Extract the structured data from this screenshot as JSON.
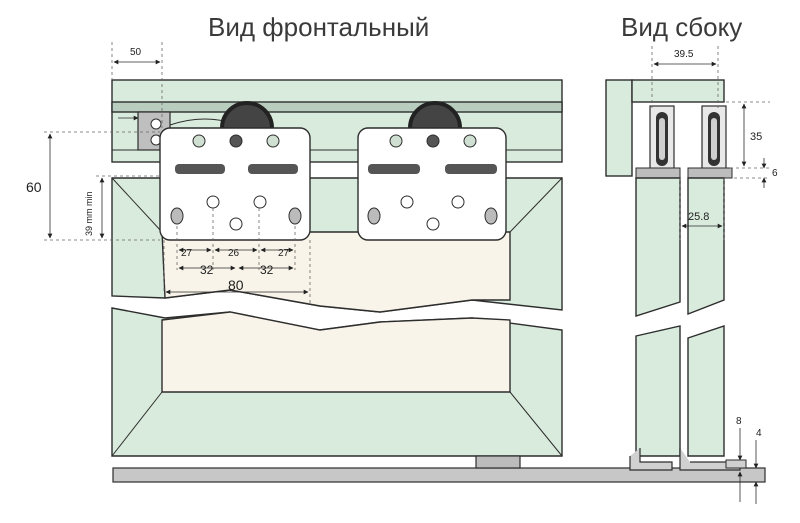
{
  "titles": {
    "front": "Вид фронтальный",
    "side": "Вид сбоку"
  },
  "dimensions": {
    "d50": "50",
    "d60": "60",
    "d39": "39 mm min",
    "d27a": "27",
    "d26": "26",
    "d27b": "27",
    "d32a": "32",
    "d32b": "32",
    "d80": "80",
    "d39_5": "39.5",
    "d35": "35",
    "d6": "6",
    "d25_8": "25.8",
    "d8": "8",
    "d4": "4"
  }
}
